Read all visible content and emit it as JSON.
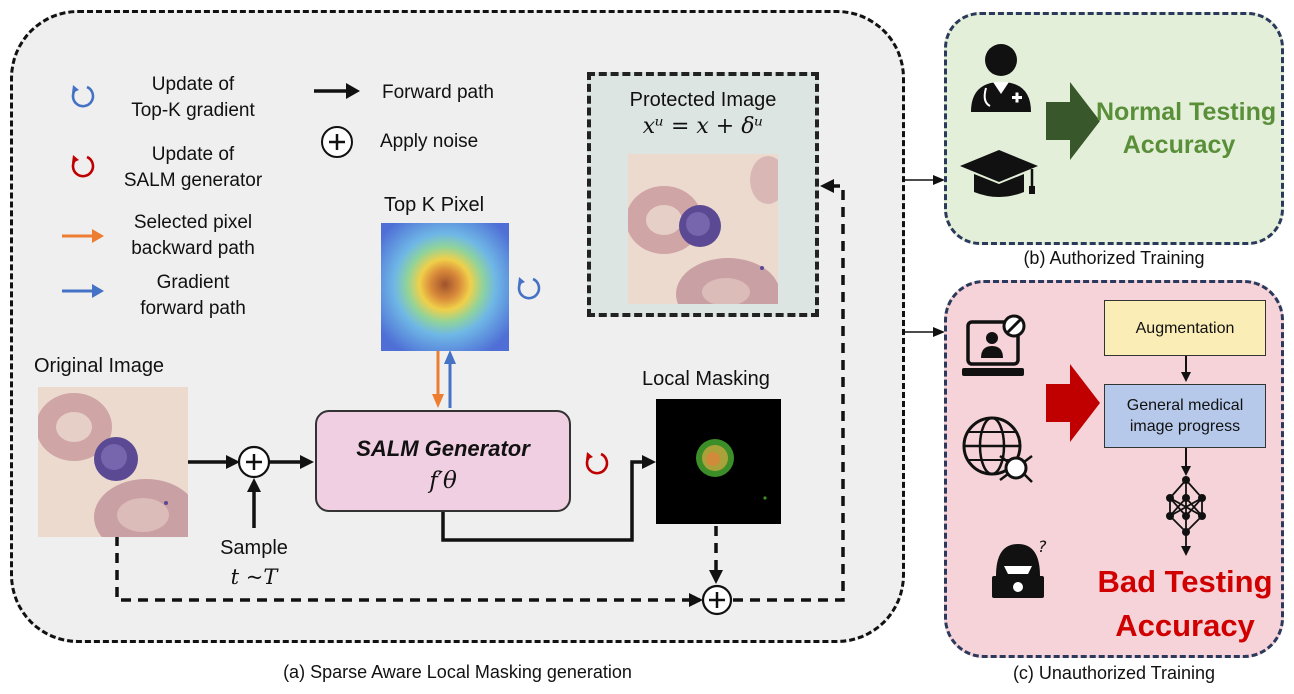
{
  "legend": {
    "topk_update": [
      "Update of",
      "Top-K gradient"
    ],
    "salm_update": [
      "Update of",
      "SALM generator"
    ],
    "selected_pixel": [
      "Selected pixel",
      "backward path"
    ],
    "gradient_forward": [
      "Gradient",
      "forward path"
    ],
    "forward_path": "Forward path",
    "apply_noise": "Apply noise"
  },
  "main": {
    "original_image": "Original Image",
    "top_k_pixel": "Top K Pixel",
    "protected_image": "Protected Image",
    "protected_formula": "xᵘ = x + δᵘ",
    "generator_title": "SALM Generator",
    "generator_formula": "f′θ",
    "local_masking": "Local Masking",
    "sample_label": "Sample",
    "sample_formula": "t ~T",
    "caption": "(a) Sparse Aware Local Masking generation"
  },
  "authorized": {
    "result": [
      "Normal Testing",
      "Accuracy"
    ],
    "caption": "(b) Authorized Training"
  },
  "unauthorized": {
    "augmentation": "Augmentation",
    "progress": [
      "General medical",
      "image progress"
    ],
    "result": [
      "Bad Testing",
      "Accuracy"
    ],
    "caption": "(c) Unauthorized Training"
  },
  "colors": {
    "orange_arrow": "#ed7d31",
    "blue_arrow": "#4472c4",
    "red_update": "#c00000",
    "green_result": "#5a8f3a",
    "red_result": "#d00000"
  }
}
